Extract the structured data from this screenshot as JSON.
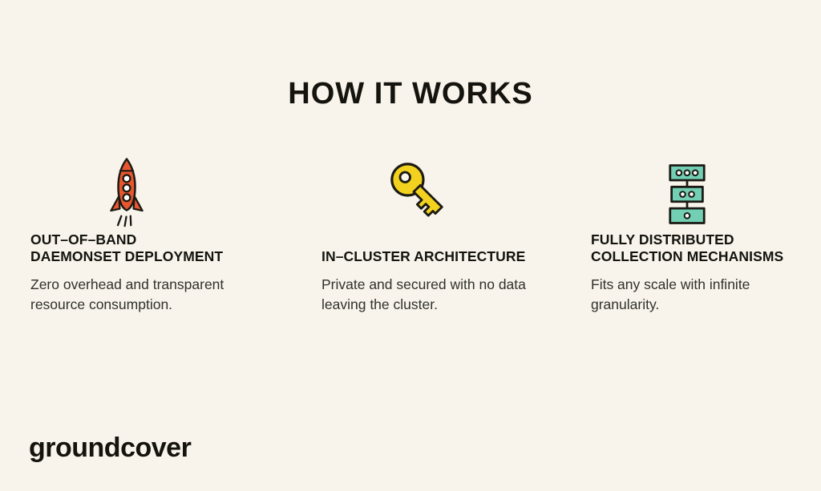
{
  "title": "HOW IT WORKS",
  "columns": [
    {
      "icon": "rocket-icon",
      "heading": "OUT–OF–BAND\nDAEMONSET DEPLOYMENT",
      "body": "Zero overhead and transparent resource consumption."
    },
    {
      "icon": "key-icon",
      "heading": "IN–CLUSTER ARCHITECTURE",
      "body": "Private and secured with no data leaving the cluster."
    },
    {
      "icon": "server-stack-icon",
      "heading": "FULLY DISTRIBUTED\nCOLLECTION MECHANISMS",
      "body": "Fits any scale with infinite granularity."
    }
  ],
  "logo": "groundcover",
  "colors": {
    "background": "#F8F4EB",
    "text": "#14130e",
    "rocket_orange": "#E8562F",
    "key_yellow": "#F2D21E",
    "server_teal": "#72CFB3",
    "icon_outline": "#1b1a14",
    "porthole_white": "#FFFFFF",
    "keyhole_cream": "#FBF7EE"
  }
}
